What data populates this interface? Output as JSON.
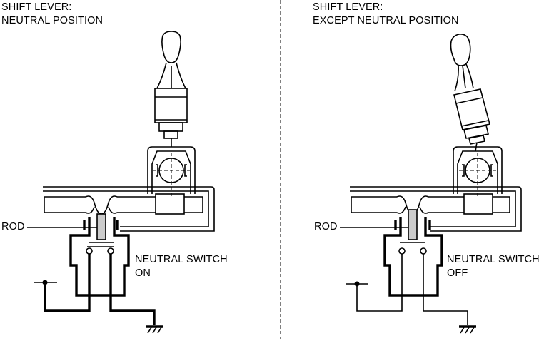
{
  "left_panel": {
    "heading_line1": "SHIFT LEVER:",
    "heading_line2": "NEUTRAL POSITION",
    "rod_label": "ROD",
    "switch_line1": "NEUTRAL SWITCH",
    "switch_line2": "ON"
  },
  "right_panel": {
    "heading_line1": "SHIFT LEVER:",
    "heading_line2": "EXCEPT NEUTRAL POSITION",
    "rod_label": "ROD",
    "switch_line1": "NEUTRAL SWITCH",
    "switch_line2": "OFF"
  },
  "colors": {
    "line": "#000000",
    "rod_fill": "#cccccc",
    "background": "#ffffff"
  }
}
